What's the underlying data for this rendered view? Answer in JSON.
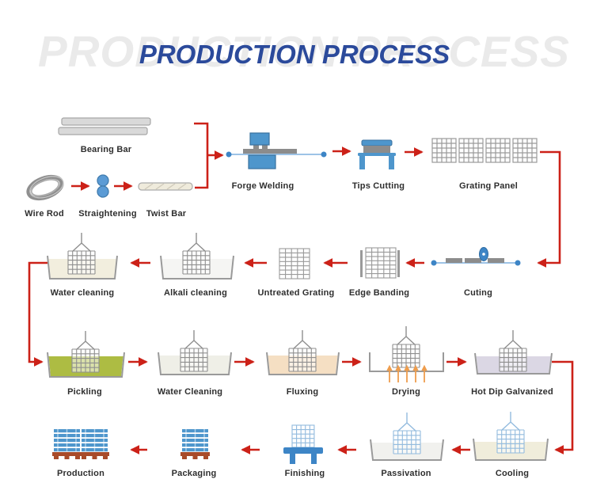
{
  "title": {
    "text": "PRODUCTION PROCESS",
    "watermark": "PRODUCTION PROCESS",
    "title_color": "#2b4a9b",
    "watermark_color": "#eaeaea"
  },
  "stations": {
    "bearing_bar": {
      "label": "Bearing Bar"
    },
    "wire_rod": {
      "label": "Wire Rod"
    },
    "straightening": {
      "label": "Straightening"
    },
    "twist_bar": {
      "label": "Twist Bar"
    },
    "forge_welding": {
      "label": "Forge Welding"
    },
    "tips_cutting": {
      "label": "Tips Cutting"
    },
    "grating_panel": {
      "label": "Grating Panel"
    },
    "cuting": {
      "label": "Cuting"
    },
    "edge_banding": {
      "label": "Edge Banding"
    },
    "untreated_grating": {
      "label": "Untreated Grating"
    },
    "alkali_cleaning": {
      "label": "Alkali cleaning"
    },
    "water_cleaning_row2": {
      "label": "Water cleaning"
    },
    "pickling": {
      "label": "Pickling"
    },
    "water_cleaning_row3": {
      "label": "Water Cleaning"
    },
    "fluxing": {
      "label": "Fluxing"
    },
    "drying": {
      "label": "Drying"
    },
    "hot_dip_galvanized": {
      "label": "Hot Dip Galvanized"
    },
    "cooling": {
      "label": "Cooling"
    },
    "passivation": {
      "label": "Passivation"
    },
    "finishing": {
      "label": "Finishing"
    },
    "packaging": {
      "label": "Packaging"
    },
    "production": {
      "label": "Production"
    }
  },
  "flow": [
    "Bearing Bar",
    "Wire Rod",
    "Straightening",
    "Twist Bar",
    "Forge Welding",
    "Tips Cutting",
    "Grating Panel",
    "Cuting",
    "Edge Banding",
    "Untreated Grating",
    "Alkali cleaning",
    "Water cleaning",
    "Pickling",
    "Water Cleaning",
    "Fluxing",
    "Drying",
    "Hot Dip Galvanized",
    "Cooling",
    "Passivation",
    "Finishing",
    "Packaging",
    "Production"
  ],
  "colors": {
    "arrow_red": "#cc2118",
    "machine_blue": "#4e96cc",
    "dot_blue": "#3d85c6",
    "rod_line_blue": "#9dc3e6",
    "galvanized_blue": "#93bbde",
    "outline_gray": "#9a9a9a",
    "slab_gray": "#8c8c8c",
    "bearing_bar_gray": "#d9d9d9",
    "twist_bar_fill": "#efebdc",
    "liquid_water_cleaning_row2": "#f2eede",
    "liquid_alkali": "#f5f5f3",
    "liquid_pickling": "#adbc43",
    "liquid_water_cleaning_row3": "#efefe7",
    "liquid_fluxing": "#f5dfc3",
    "liquid_hot_dip": "#dbd7e4",
    "liquid_cooling": "#f0eddb",
    "liquid_passivation": "#f1f1ee",
    "drying_heat_orange": "#ee9d4d",
    "pallet_brown": "#a84b2a",
    "label_color": "#2e2e2e"
  }
}
